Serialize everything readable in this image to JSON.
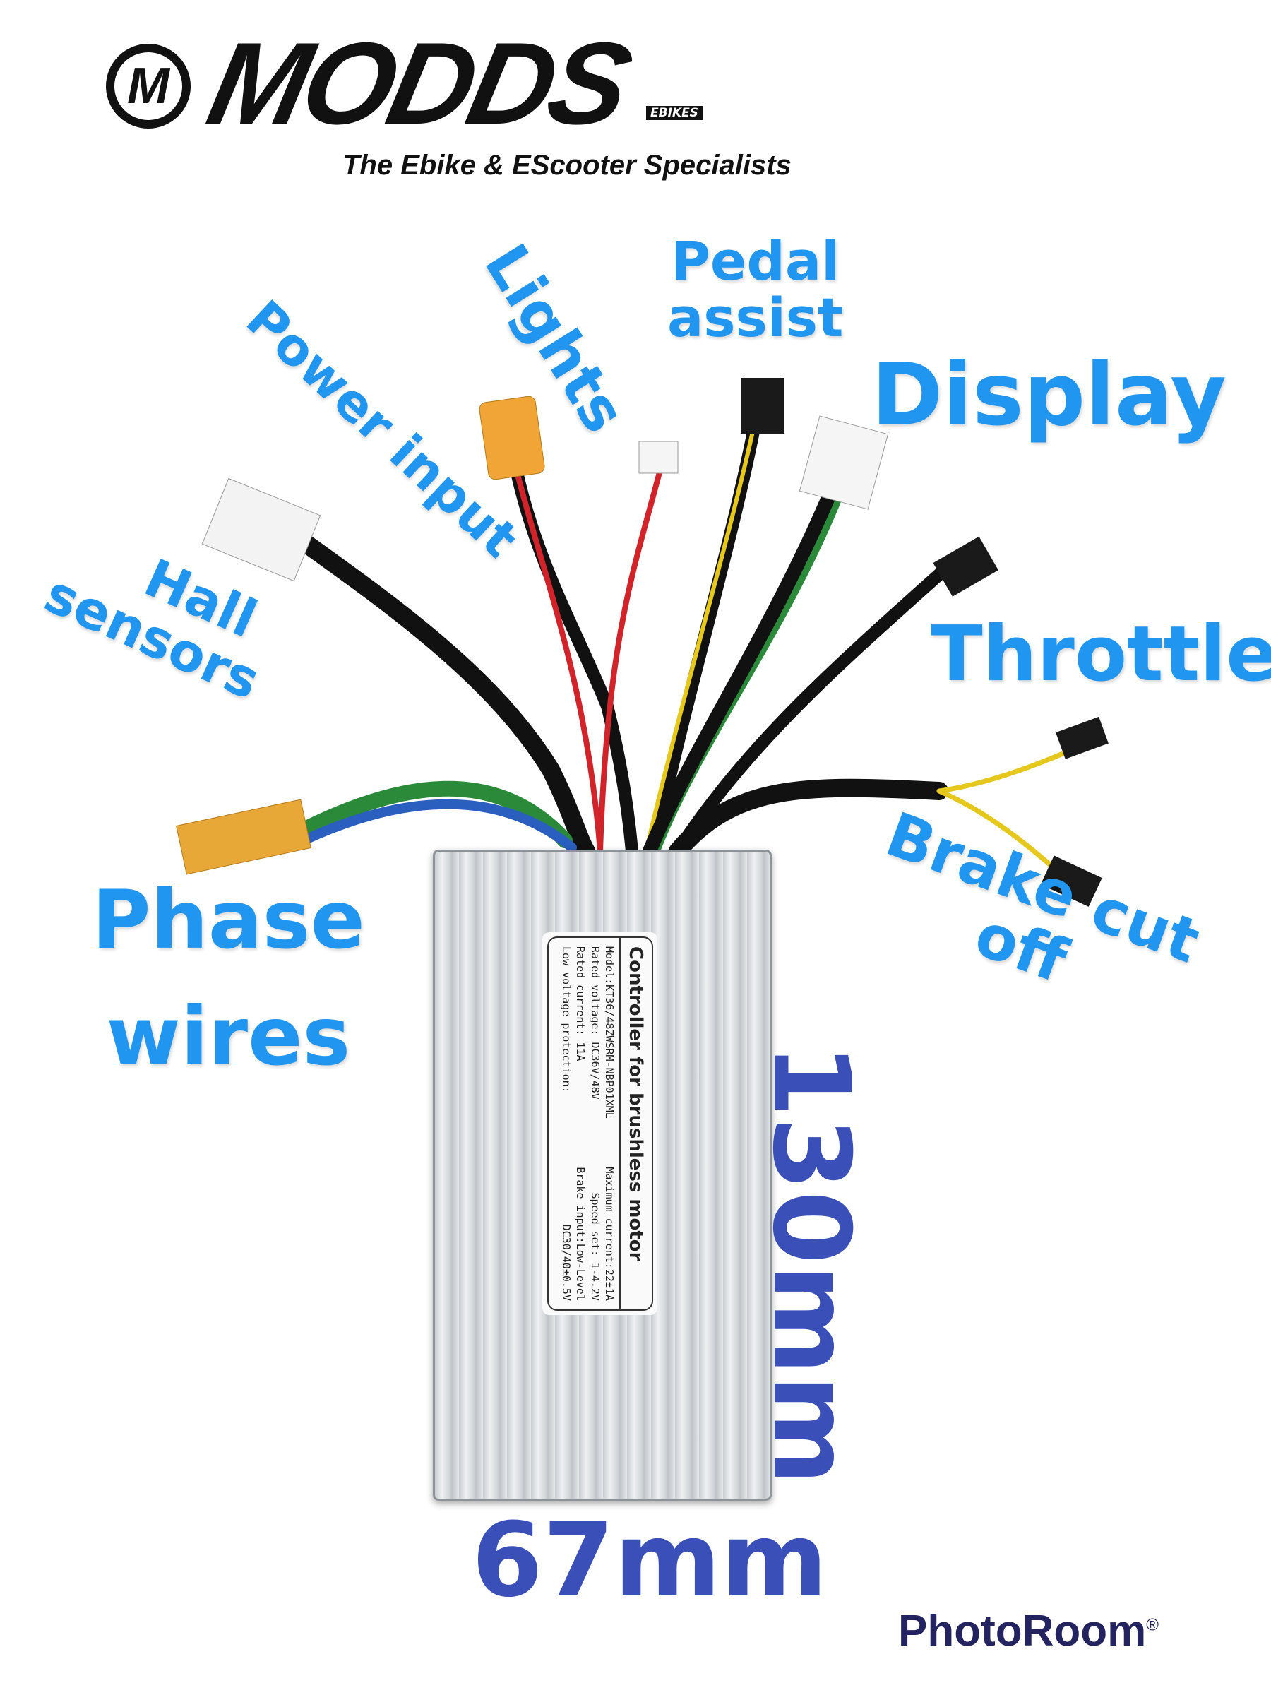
{
  "brand": {
    "name": "MODDS",
    "sub": "EBIKES",
    "monogram": "M",
    "tagline": "The Ebike & EScooter Specialists"
  },
  "labels": {
    "pedal_assist_1": "Pedal",
    "pedal_assist_2": "assist",
    "lights": "Lights",
    "power_input": "Power input",
    "display": "Display",
    "hall_1": "Hall",
    "hall_2": "sensors",
    "throttle": "Throttle",
    "phase_1": "Phase",
    "phase_2": "wires",
    "brake_1": "Brake cut",
    "brake_2": "off"
  },
  "dimensions": {
    "height": "130mm",
    "width": "67mm"
  },
  "plate": {
    "title": "Controller for brushless motor",
    "model": "Model:KT36/48ZWSRM-NBP01XML",
    "max_current": "Maximum current:22±1A",
    "rated_voltage": "Rated voltage: DC36V/48V",
    "speed_set": "Speed set: 1-4.2V",
    "rated_current": "Rated current: 11A",
    "brake_input": "Brake input:Low-Level",
    "low_voltage": "Low voltage protection:",
    "low_voltage_value": "DC30/40±0.5V"
  },
  "watermark": {
    "text": "PhotoRoom",
    "mark": "®"
  },
  "colors": {
    "label": "#2196f0",
    "dimension": "#3a4fb8",
    "watermark": "#23235f"
  }
}
